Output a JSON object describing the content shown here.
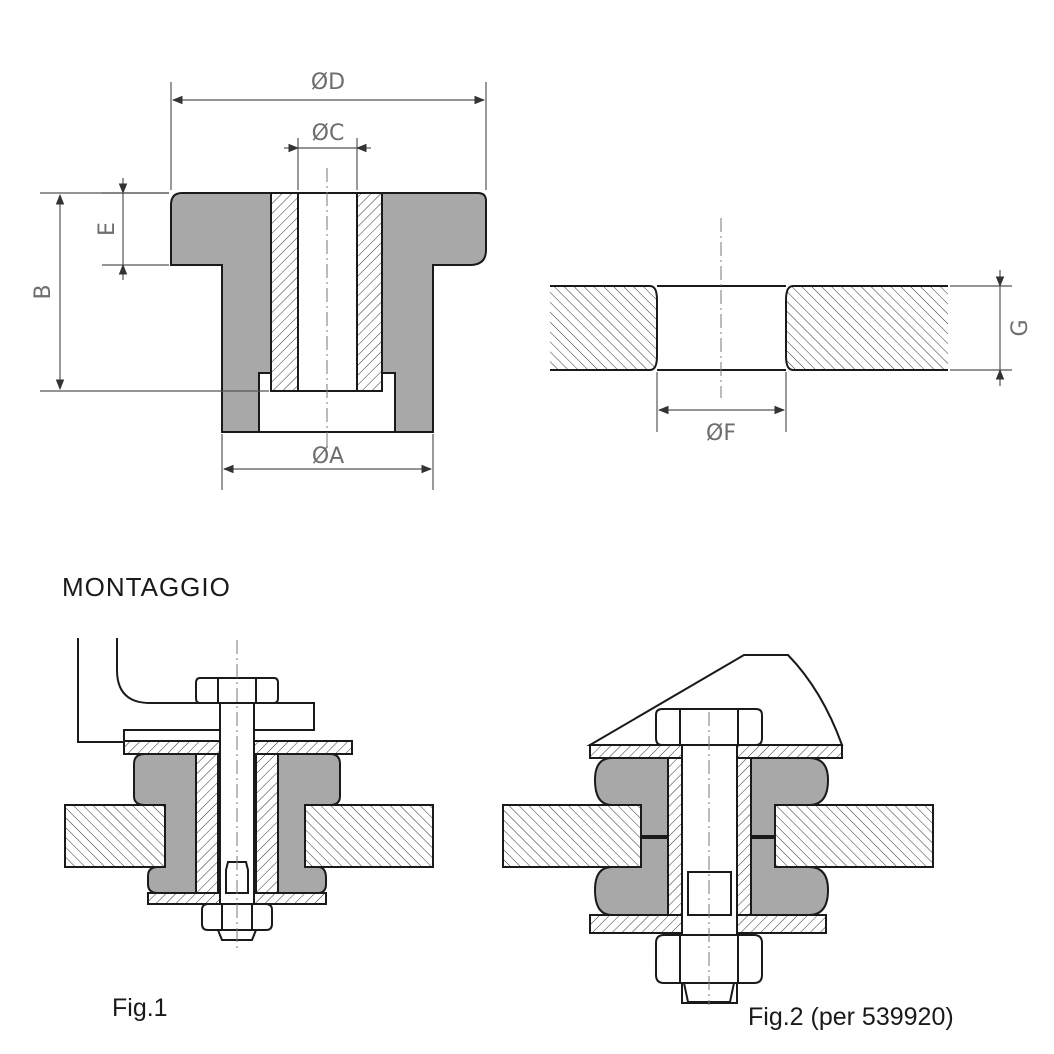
{
  "dimension_labels": {
    "D": "ØD",
    "C": "ØC",
    "E": "E",
    "B": "B",
    "A": "ØA",
    "F": "ØF",
    "G": "G"
  },
  "section_title": "MONTAGGIO",
  "figures": {
    "fig1_caption": "Fig.1",
    "fig2_caption": "Fig.2 (per 539920)"
  },
  "colors": {
    "rubber_fill": "#a8a8a8",
    "outline": "#1a1a1a",
    "dimension": "#6e6e6e"
  }
}
